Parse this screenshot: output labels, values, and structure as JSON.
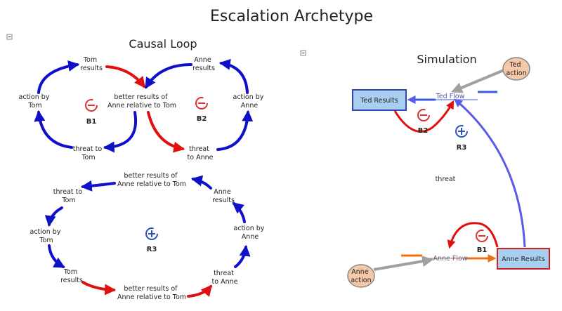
{
  "title": "Escalation Archetype",
  "left_panel": {
    "heading": "Causal Loop",
    "top": {
      "tom_results": [
        "Tom",
        "results"
      ],
      "anne_results": [
        "Anne",
        "results"
      ],
      "relative": [
        "better results of",
        "Anne relative to Tom"
      ],
      "action_tom": [
        "action by",
        "Tom"
      ],
      "action_anne": [
        "action by",
        "Anne"
      ],
      "threat_tom": [
        "threat to",
        "Tom"
      ],
      "threat_anne": [
        "threat",
        "to Anne"
      ],
      "loop_left": "B1",
      "loop_right": "B2"
    },
    "bottom": {
      "relative_top": [
        "better results of",
        "Anne relative to Tom"
      ],
      "threat_tom": [
        "threat to",
        "Tom"
      ],
      "anne_results": [
        "Anne",
        "results"
      ],
      "action_tom": [
        "action by",
        "Tom"
      ],
      "action_anne": [
        "action by",
        "Anne"
      ],
      "tom_results": [
        "Tom",
        "results"
      ],
      "threat_anne": [
        "threat",
        "to Anne"
      ],
      "relative_bottom": [
        "better results of",
        "Anne relative to Tom"
      ],
      "loop": "R3"
    }
  },
  "right_panel": {
    "heading": "Simulation",
    "ted_action": [
      "Ted",
      "action"
    ],
    "ted_results": "Ted Results",
    "ted_flow": "Ted Flow",
    "loop_b2": "B2",
    "loop_r3": "R3",
    "threat": "threat",
    "loop_b1": "B1",
    "anne_flow": "Anne Flow",
    "anne_results": "Anne Results",
    "anne_action": [
      "Anne",
      "action"
    ]
  },
  "colors": {
    "blue_link": "#1010c8",
    "red_link": "#e01010",
    "sim_blue": "#5a5ae8",
    "gray_link": "#a0a0a0",
    "orange_flow": "#ee7010",
    "stock_fill": "#a8cff0",
    "aux_fill": "#f5c8a8",
    "balancing_icon": "#e03030",
    "reinforcing_icon": "#3050c0"
  }
}
